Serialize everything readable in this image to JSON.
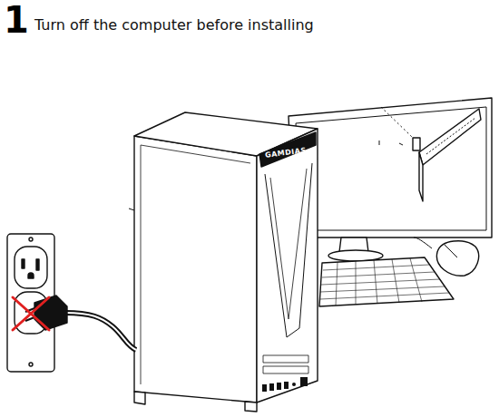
{
  "diagram": {
    "title": "Turn off the computer before installing",
    "labels": [
      "1",
      "GAMDIAS"
    ]
  }
}
